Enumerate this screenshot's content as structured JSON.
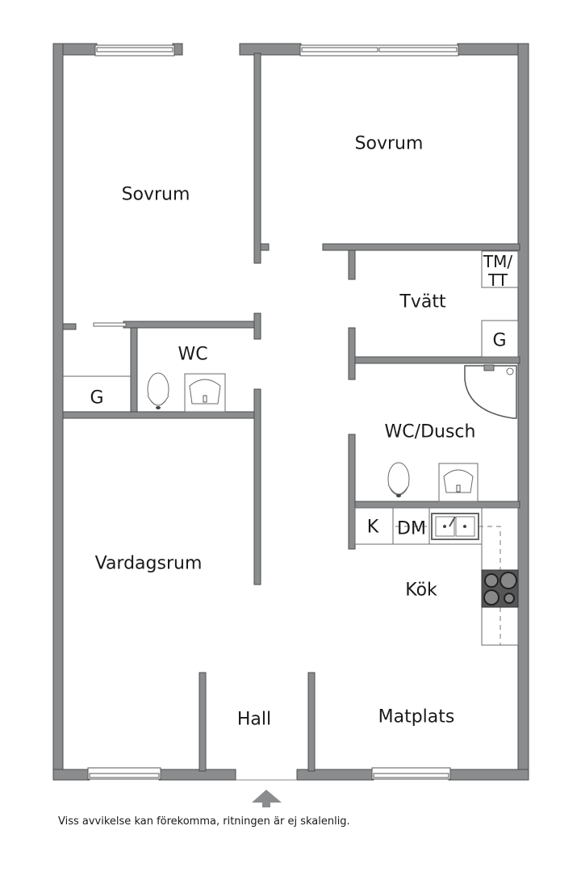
{
  "rooms": {
    "sovrum_left": "Sovrum",
    "sovrum_right": "Sovrum",
    "tvatt": "Tvätt",
    "tm_tt_line1": "TM/",
    "tm_tt_line2": "TT",
    "g_tvatt": "G",
    "wc": "WC",
    "g_left": "G",
    "wc_dusch": "WC/Dusch",
    "kok": "Kök",
    "k": "K",
    "dm": "DM",
    "vardagsrum": "Vardagsrum",
    "hall": "Hall",
    "matplats": "Matplats"
  },
  "footer": {
    "disclaimer": "Viss avvikelse kan förekomma, ritningen är ej skalenlig."
  },
  "colors": {
    "wall": "#8a8c8e",
    "wall_outline": "#4a4c4e",
    "text": "#1a1a1a"
  }
}
